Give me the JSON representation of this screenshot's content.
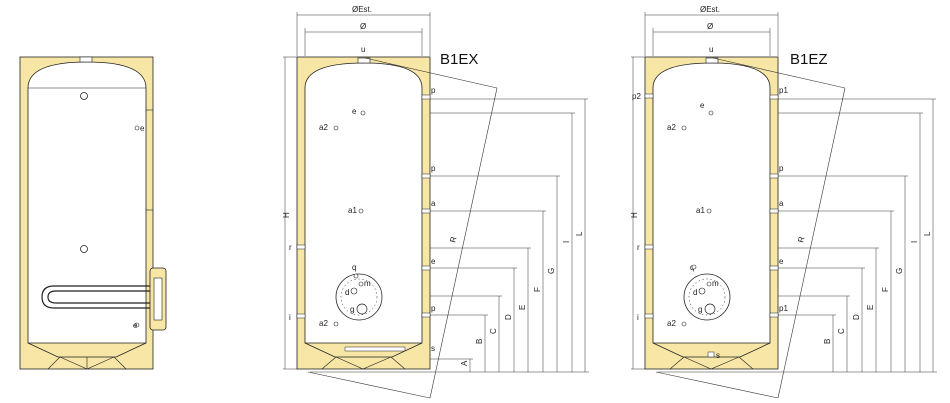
{
  "colors": {
    "insulation": "#f7e6a6",
    "line": "#222222",
    "tank_interior": "#ffffff",
    "dimension_line": "#333333"
  },
  "left_view": {
    "side_port_label": "e",
    "bottom_port_label": "e"
  },
  "b1ex": {
    "model_label": "B1EX",
    "top_dimension_label": "ØEst.",
    "inner_dimension_label": "Ø",
    "top_port_label": "u",
    "height_label": "H",
    "diagonal_label": "R",
    "connection_labels": {
      "e_top": "e",
      "a2_top": "a2",
      "a1": "a1",
      "q": "q",
      "m": "m",
      "d": "d",
      "g": "g",
      "a2_bottom": "a2",
      "r": "r",
      "i": "i",
      "p_top": "p",
      "p_mid": "p",
      "a_right": "a",
      "e_right": "e",
      "p_low": "p",
      "s": "s"
    },
    "dimension_labels": [
      "L",
      "I",
      "G",
      "F",
      "E",
      "D",
      "C",
      "B",
      "A"
    ]
  },
  "b1ez": {
    "model_label": "B1EZ",
    "top_dimension_label": "ØEst.",
    "inner_dimension_label": "Ø",
    "top_port_label": "u",
    "height_label": "H",
    "diagonal_label": "R",
    "connection_labels": {
      "p2": "p2",
      "p1_top": "p1",
      "e_top": "e",
      "a2_top": "a2",
      "a1": "a1",
      "q": "q",
      "m": "m",
      "d": "d",
      "g": "g",
      "a2_bottom": "a2",
      "r": "r",
      "i": "i",
      "p_mid": "p",
      "a_right": "a",
      "e_right": "e",
      "p1_low": "p1",
      "s": "s"
    },
    "dimension_labels": [
      "L",
      "I",
      "G",
      "F",
      "E",
      "D",
      "C",
      "B"
    ]
  }
}
